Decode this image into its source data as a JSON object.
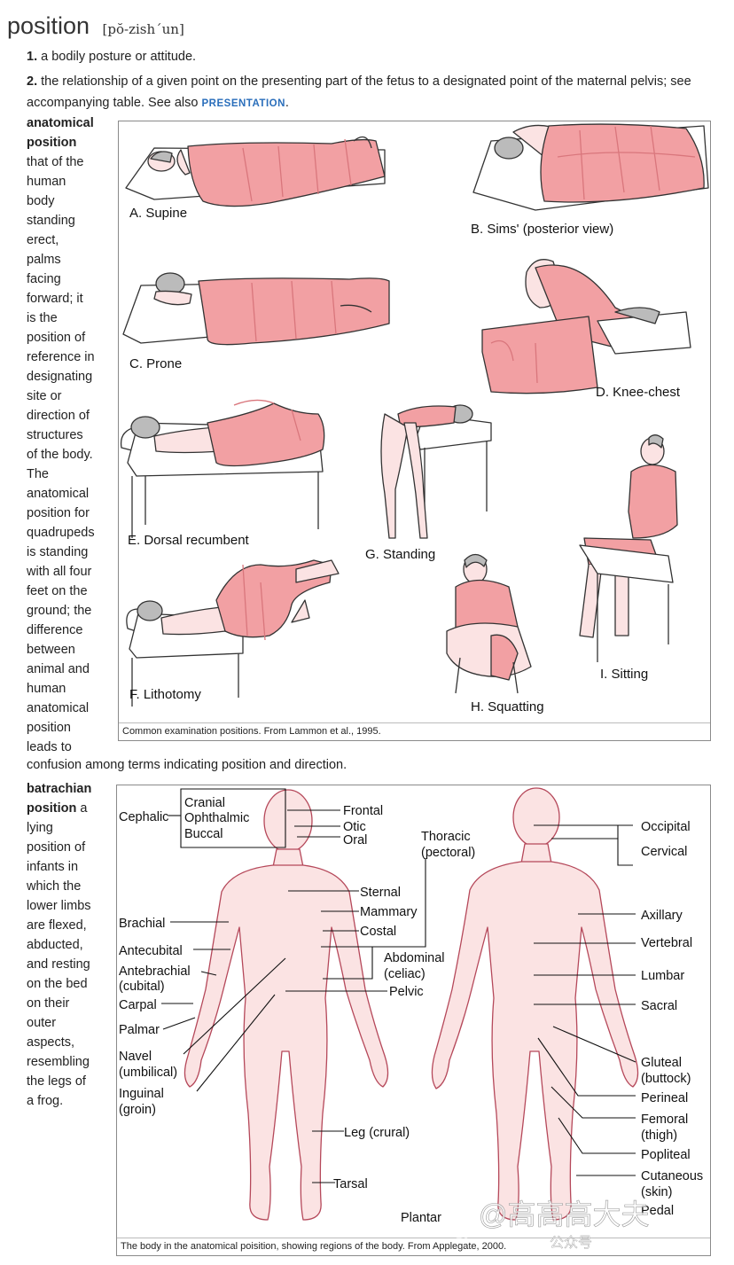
{
  "entry": {
    "headword": "position",
    "pronunciation": "[pŏ-zish´un]",
    "sense1": {
      "num": "1.",
      "text": "a bodily posture or attitude."
    },
    "sense2": {
      "num": "2.",
      "text_line1": "the relationship of a given point on the presenting part of the fetus to a designated point of the maternal pelvis; see",
      "text_line2": "accompanying table. See also ",
      "xref": "PRESENTATION",
      "end": "."
    }
  },
  "anatomical": {
    "term": [
      "anatomical",
      "position"
    ],
    "lines": [
      "that of the",
      "human",
      "body",
      "standing",
      "erect,",
      "palms",
      "facing",
      "forward; it",
      "is the",
      "position of",
      "reference in",
      "designating",
      "site or",
      "direction of",
      "structures",
      "of the body.",
      "The",
      "anatomical",
      "position for",
      "quadrupeds",
      "is standing",
      "with all four",
      "feet on the",
      "ground; the",
      "difference",
      "between",
      "animal and",
      "human",
      "anatomical",
      "position",
      "leads to"
    ],
    "tail": "confusion among terms indicating position and direction."
  },
  "batrachian": {
    "term": [
      "batrachian",
      "position"
    ],
    "first_rest": " a",
    "lines": [
      "lying",
      "position of",
      "infants in",
      "which the",
      "lower limbs",
      "are flexed,",
      "abducted,",
      "and resting",
      "on the bed",
      "on their",
      "outer",
      "aspects,",
      "resembling",
      "the legs of",
      "a frog."
    ]
  },
  "figure1": {
    "caption": "Common examination positions. From Lammon et al., 1995.",
    "labels": {
      "a": "A. Supine",
      "b": "B. Sims' (posterior view)",
      "c": "C. Prone",
      "d": "D. Knee-chest",
      "e": "E. Dorsal recumbent",
      "g": "G. Standing",
      "f": "F. Lithotomy",
      "h": "H. Squatting",
      "i": "I. Sitting"
    }
  },
  "figure2": {
    "caption": "The body in the anatomical poisition, showing regions of the body. From Applegate, 2000.",
    "labels": {
      "cephalic": "Cephalic",
      "cranial": "Cranial",
      "ophthalmic": "Ophthalmic",
      "buccal": "Buccal",
      "frontal": "Frontal",
      "otic": "Otic",
      "oral": "Oral",
      "thoracic1": "Thoracic",
      "thoracic2": "(pectoral)",
      "sternal": "Sternal",
      "mammary": "Mammary",
      "costal": "Costal",
      "brachial": "Brachial",
      "antecubital": "Antecubital",
      "antebrachial1": "Antebrachial",
      "antebrachial2": "(cubital)",
      "abdominal1": "Abdominal",
      "abdominal2": "(celiac)",
      "pelvic": "Pelvic",
      "carpal": "Carpal",
      "palmar": "Palmar",
      "navel1": "Navel",
      "navel2": "(umbilical)",
      "inguinal1": "Inguinal",
      "inguinal2": "(groin)",
      "leg": "Leg (crural)",
      "tarsal": "Tarsal",
      "plantar": "Plantar",
      "occipital": "Occipital",
      "cervical": "Cervical",
      "axillary": "Axillary",
      "vertebral": "Vertebral",
      "lumbar": "Lumbar",
      "sacral": "Sacral",
      "gluteal1": "Gluteal",
      "gluteal2": "(buttock)",
      "perineal": "Perineal",
      "femoral1": "Femoral",
      "femoral2": "(thigh)",
      "popliteal": "Popliteal",
      "cutaneous1": "Cutaneous",
      "cutaneous2": "(skin)",
      "pedal": "Pedal"
    }
  },
  "watermark": {
    "text": "@高高高大夫",
    "sub": "公众号"
  },
  "colors": {
    "sheet": "#f2a0a3",
    "sheet_dark": "#d9767c",
    "skin": "#fbe3e3",
    "line": "#333333",
    "link": "#2a6ebb"
  }
}
